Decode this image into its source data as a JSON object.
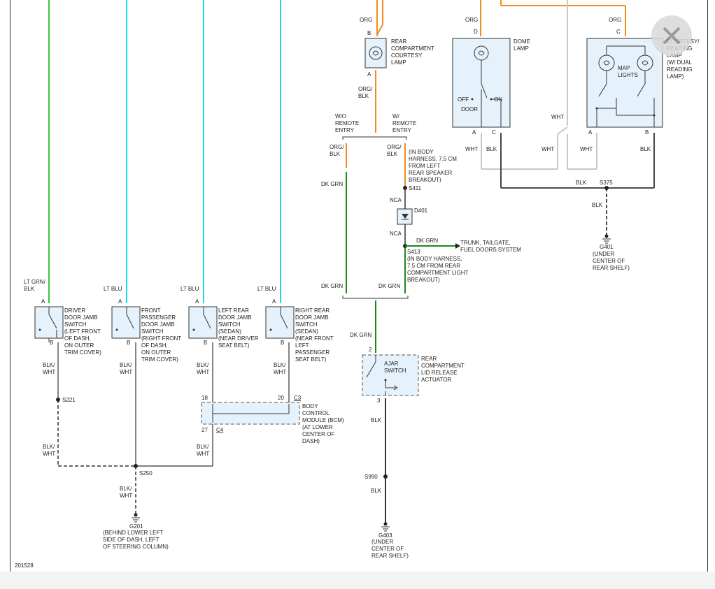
{
  "diagram_id": "201528",
  "colors": {
    "lt_grn": "#35c935",
    "lt_blu": "#22d6e6",
    "org": "#f08c1e",
    "dk_grn": "#1a8a1a",
    "wht": "#c8c8c8",
    "blk": "#333333",
    "component_fill": "#e6f2fb"
  },
  "icons": {
    "close": "close-x-icon"
  },
  "door_switches": [
    {
      "id": "driver",
      "wire_top": "LT GRN/\nBLK",
      "pin_a": "A",
      "pin_b": "B",
      "desc": [
        "DRIVER",
        "DOOR JAMB",
        "SWITCH",
        "(LEFT FRONT",
        "OF DASH,",
        "ON OUTER",
        "TRIM COVER)"
      ],
      "wire_bottom": "BLK/\nWHT"
    },
    {
      "id": "front-passenger",
      "wire_top": "LT BLU",
      "pin_a": "A",
      "pin_b": "B",
      "desc": [
        "FRONT",
        "PASSENGER",
        "DOOR JAMB",
        "SWITCH",
        "(RIGHT FRONT",
        "OF DASH,",
        "ON OUTER",
        "TRIM COVER)"
      ],
      "wire_bottom": "BLK/\nWHT"
    },
    {
      "id": "left-rear",
      "wire_top": "LT BLU",
      "pin_a": "A",
      "pin_b": "B",
      "desc": [
        "LEFT REAR",
        "DOOR JAMB",
        "SWITCH",
        "(SEDAN)",
        "(NEAR DRIVER",
        "SEAT BELT)"
      ],
      "wire_bottom": "BLK/\nWHT"
    },
    {
      "id": "right-rear",
      "wire_top": "LT BLU",
      "pin_a": "A",
      "pin_b": "B",
      "desc": [
        "RIGHT REAR",
        "DOOR JAMB",
        "SWITCH",
        "(SEDAN)",
        "(NEAR FRONT",
        "LEFT",
        "PASSENGER",
        "SEAT BELT)"
      ],
      "wire_bottom": "BLK/\nWHT"
    }
  ],
  "splices": {
    "s221": "S221",
    "s250": "S250",
    "s411": "S411",
    "s413": "S413",
    "s413_desc": [
      "(IN BODY HARNESS,",
      "7.5 CM FROM REAR",
      "COMPARTMENT LIGHT",
      "BREAKOUT)"
    ],
    "s375": "S375",
    "s990": "S990"
  },
  "bcm": {
    "desc": [
      "BODY",
      "CONTROL",
      "MODULE (BCM)",
      "(AT LOWER",
      "CENTER OF",
      "DASH)"
    ],
    "pin_18": "18",
    "pin_20": "20",
    "pin_27": "27",
    "c3": "C3",
    "c4": "C4"
  },
  "grounds": {
    "g201": "G201",
    "g201_desc": [
      "(BEHIND LOWER LEFT",
      "SIDE OF DASH, LEFT",
      "OF STEERING COLUMN)"
    ],
    "g403": "G403",
    "g403_desc": [
      "(UNDER",
      "CENTER OF",
      "REAR SHELF)"
    ],
    "g401": "G401",
    "g401_desc": [
      "(UNDER",
      "CENTER OF",
      "REAR SHELF)"
    ]
  },
  "rear_lamp": {
    "pin_b": "B",
    "pin_a": "A",
    "desc": [
      "REAR",
      "COMPARTMENT",
      "COURTESY",
      "LAMP"
    ],
    "wire_top": "ORG",
    "wire_bottom": "ORG/\nBLK"
  },
  "options": {
    "wo": [
      "W/O",
      "REMOTE",
      "ENTRY"
    ],
    "w": [
      "W/",
      "REMOTE",
      "ENTRY"
    ]
  },
  "wires": {
    "org_blk": "ORG/\nBLK",
    "harness_note": [
      "(IN BODY",
      "HARNESS, 7.5 CM",
      "FROM LEFT",
      "REAR SPEAKER",
      "BREAKOUT)"
    ],
    "dk_grn": "DK GRN",
    "nca": "NCA",
    "d401": "D401",
    "trunk_dest": [
      "TRUNK, TAILGATE,",
      "FUEL DOORS SYSTEM"
    ],
    "blk": "BLK",
    "wht": "WHT",
    "org": "ORG"
  },
  "actuator": {
    "pin_2": "2",
    "pin_3": "3",
    "switch_label": [
      "AJAR",
      "SWITCH"
    ],
    "desc": [
      "REAR",
      "COMPARTMENT",
      "LID RELEASE",
      "ACTUATOR"
    ]
  },
  "dome_lamp": {
    "pin_d": "D",
    "pin_a": "A",
    "pin_c": "C",
    "desc": [
      "DOME",
      "LAMP"
    ],
    "off": "OFF",
    "on": "ON",
    "door": "DOOR"
  },
  "courtesy_lamp": {
    "pin_c": "C",
    "pin_a": "A",
    "pin_b": "B",
    "desc": [
      "COURTESY/",
      "READING",
      "LAMP",
      "(W/ DUAL",
      "READING",
      "LAMP)"
    ],
    "map": [
      "MAP",
      "LIGHTS"
    ]
  }
}
